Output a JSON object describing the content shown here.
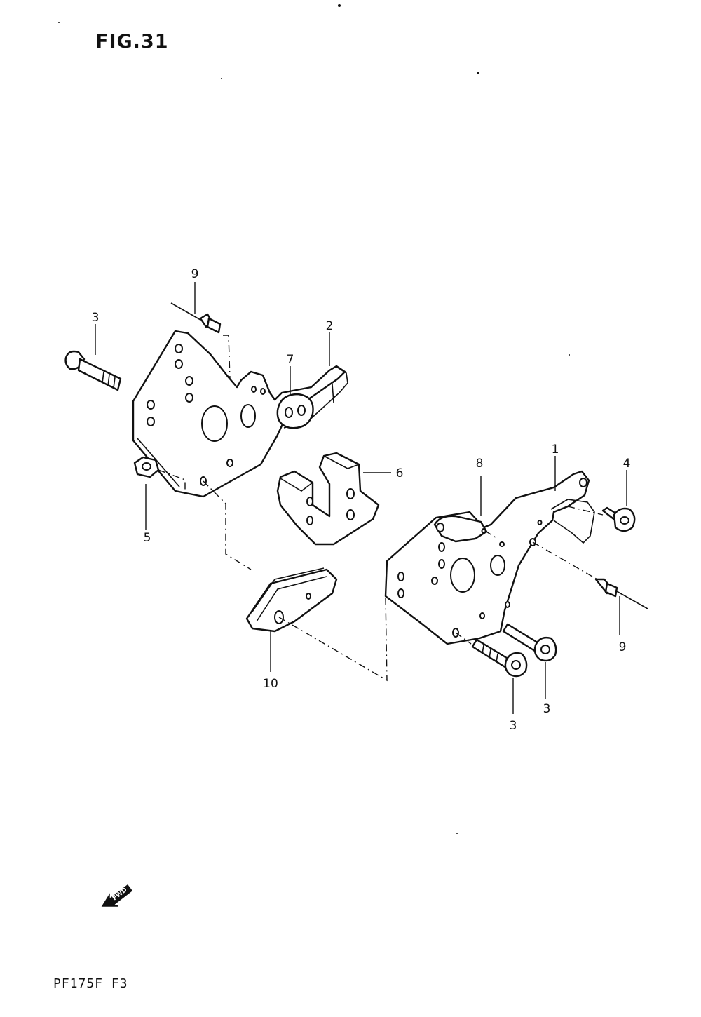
{
  "figure_title": "FIG.31",
  "footer_code": "PF175F F3",
  "fwd_label": "FWD",
  "callouts": {
    "c1": "1",
    "c2": "2",
    "c3a": "3",
    "c3b": "3",
    "c3c": "3",
    "c4": "4",
    "c5": "5",
    "c6": "6",
    "c7": "7",
    "c8": "8",
    "c9a": "9",
    "c9b": "9",
    "c10": "10"
  }
}
